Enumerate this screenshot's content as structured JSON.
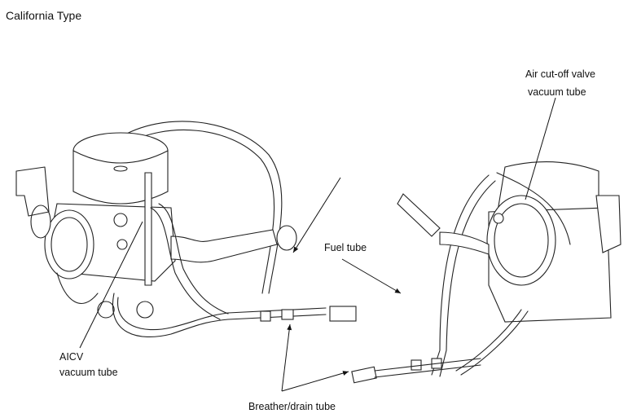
{
  "title": "California Type",
  "labels": {
    "air_cutoff_line1": "Air cut-off valve",
    "air_cutoff_line2": "vacuum tube",
    "fuel_tube": "Fuel tube",
    "aicv_line1": "AICV",
    "aicv_line2": "vacuum tube",
    "breather_drain": "Breather/drain tube"
  }
}
